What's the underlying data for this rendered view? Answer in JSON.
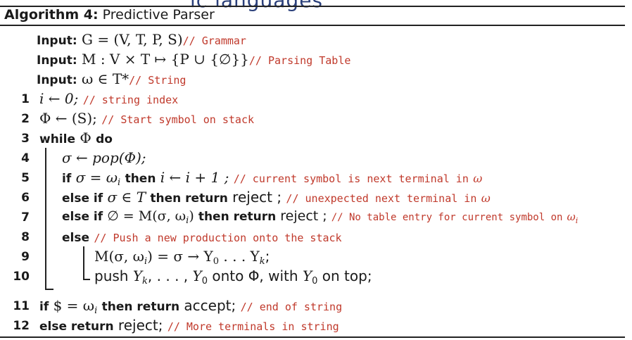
{
  "header_fragment": "ic languages",
  "algorithm": {
    "label": "Algorithm 4:",
    "name": "Predictive Parser"
  },
  "inputs": [
    {
      "keyword": "Input:",
      "math": "G = (V, T, P, S)",
      "comment": "// Grammar"
    },
    {
      "keyword": "Input:",
      "math": "M : V × T ↦ {P ∪ {∅}}",
      "comment": "// Parsing Table"
    },
    {
      "keyword": "Input:",
      "math": "ω ∈ T*",
      "comment": "// String"
    }
  ],
  "lines": [
    {
      "num": "1",
      "kw": "",
      "math": "i ← 0;",
      "comment": "// string index"
    },
    {
      "num": "2",
      "kw": "",
      "math": "Φ ← (S);",
      "comment": "// Start symbol on stack"
    },
    {
      "num": "3",
      "kw": "while",
      "math": "Φ",
      "kw2": "do"
    },
    {
      "num": "4",
      "math": "σ ← pop(Φ);"
    },
    {
      "num": "5",
      "kw": "if",
      "math": "σ = ω",
      "sub": "i",
      "kw2": "then",
      "math2": "i ← i + 1 ;",
      "comment": "// current symbol is next terminal in",
      "comment_it": "ω"
    },
    {
      "num": "6",
      "kw": "else if",
      "math": "σ ∈ T",
      "kw2": "then return",
      "text": "reject ;",
      "comment": "// unexpected next terminal in",
      "comment_it": "ω"
    },
    {
      "num": "7",
      "kw": "else if",
      "math": "∅ = M(σ, ω",
      "sub": "i",
      "math_close": ")",
      "kw2": "then return",
      "text": "reject ;",
      "comment": "// No table entry for current symbol on",
      "comment_it": "ω",
      "comment_sub": "i"
    },
    {
      "num": "8",
      "kw": "else",
      "comment": "// Push a new production onto the stack"
    },
    {
      "num": "9",
      "math": "M(σ, ω",
      "sub": "i",
      "math_rest": ") = σ → Y",
      "sub2": "0",
      "math_rest2": " . . . Y",
      "sub3": "k",
      "math_end": ";"
    },
    {
      "num": "10",
      "text_a": "push ",
      "math": "Y",
      "sub": "k",
      "text_b": ", . . . , ",
      "math2": "Y",
      "sub2": "0",
      "text_c": " onto Φ, with ",
      "math3": "Y",
      "sub3": "0",
      "text_d": " on top;"
    },
    {
      "num": "11",
      "kw": "if",
      "math": "$ = ω",
      "sub": "i",
      "kw2": "then return",
      "text": "accept;",
      "comment": "// end of string"
    },
    {
      "num": "12",
      "kw": "else return",
      "text": "reject;",
      "comment": "// More terminals in string"
    }
  ]
}
